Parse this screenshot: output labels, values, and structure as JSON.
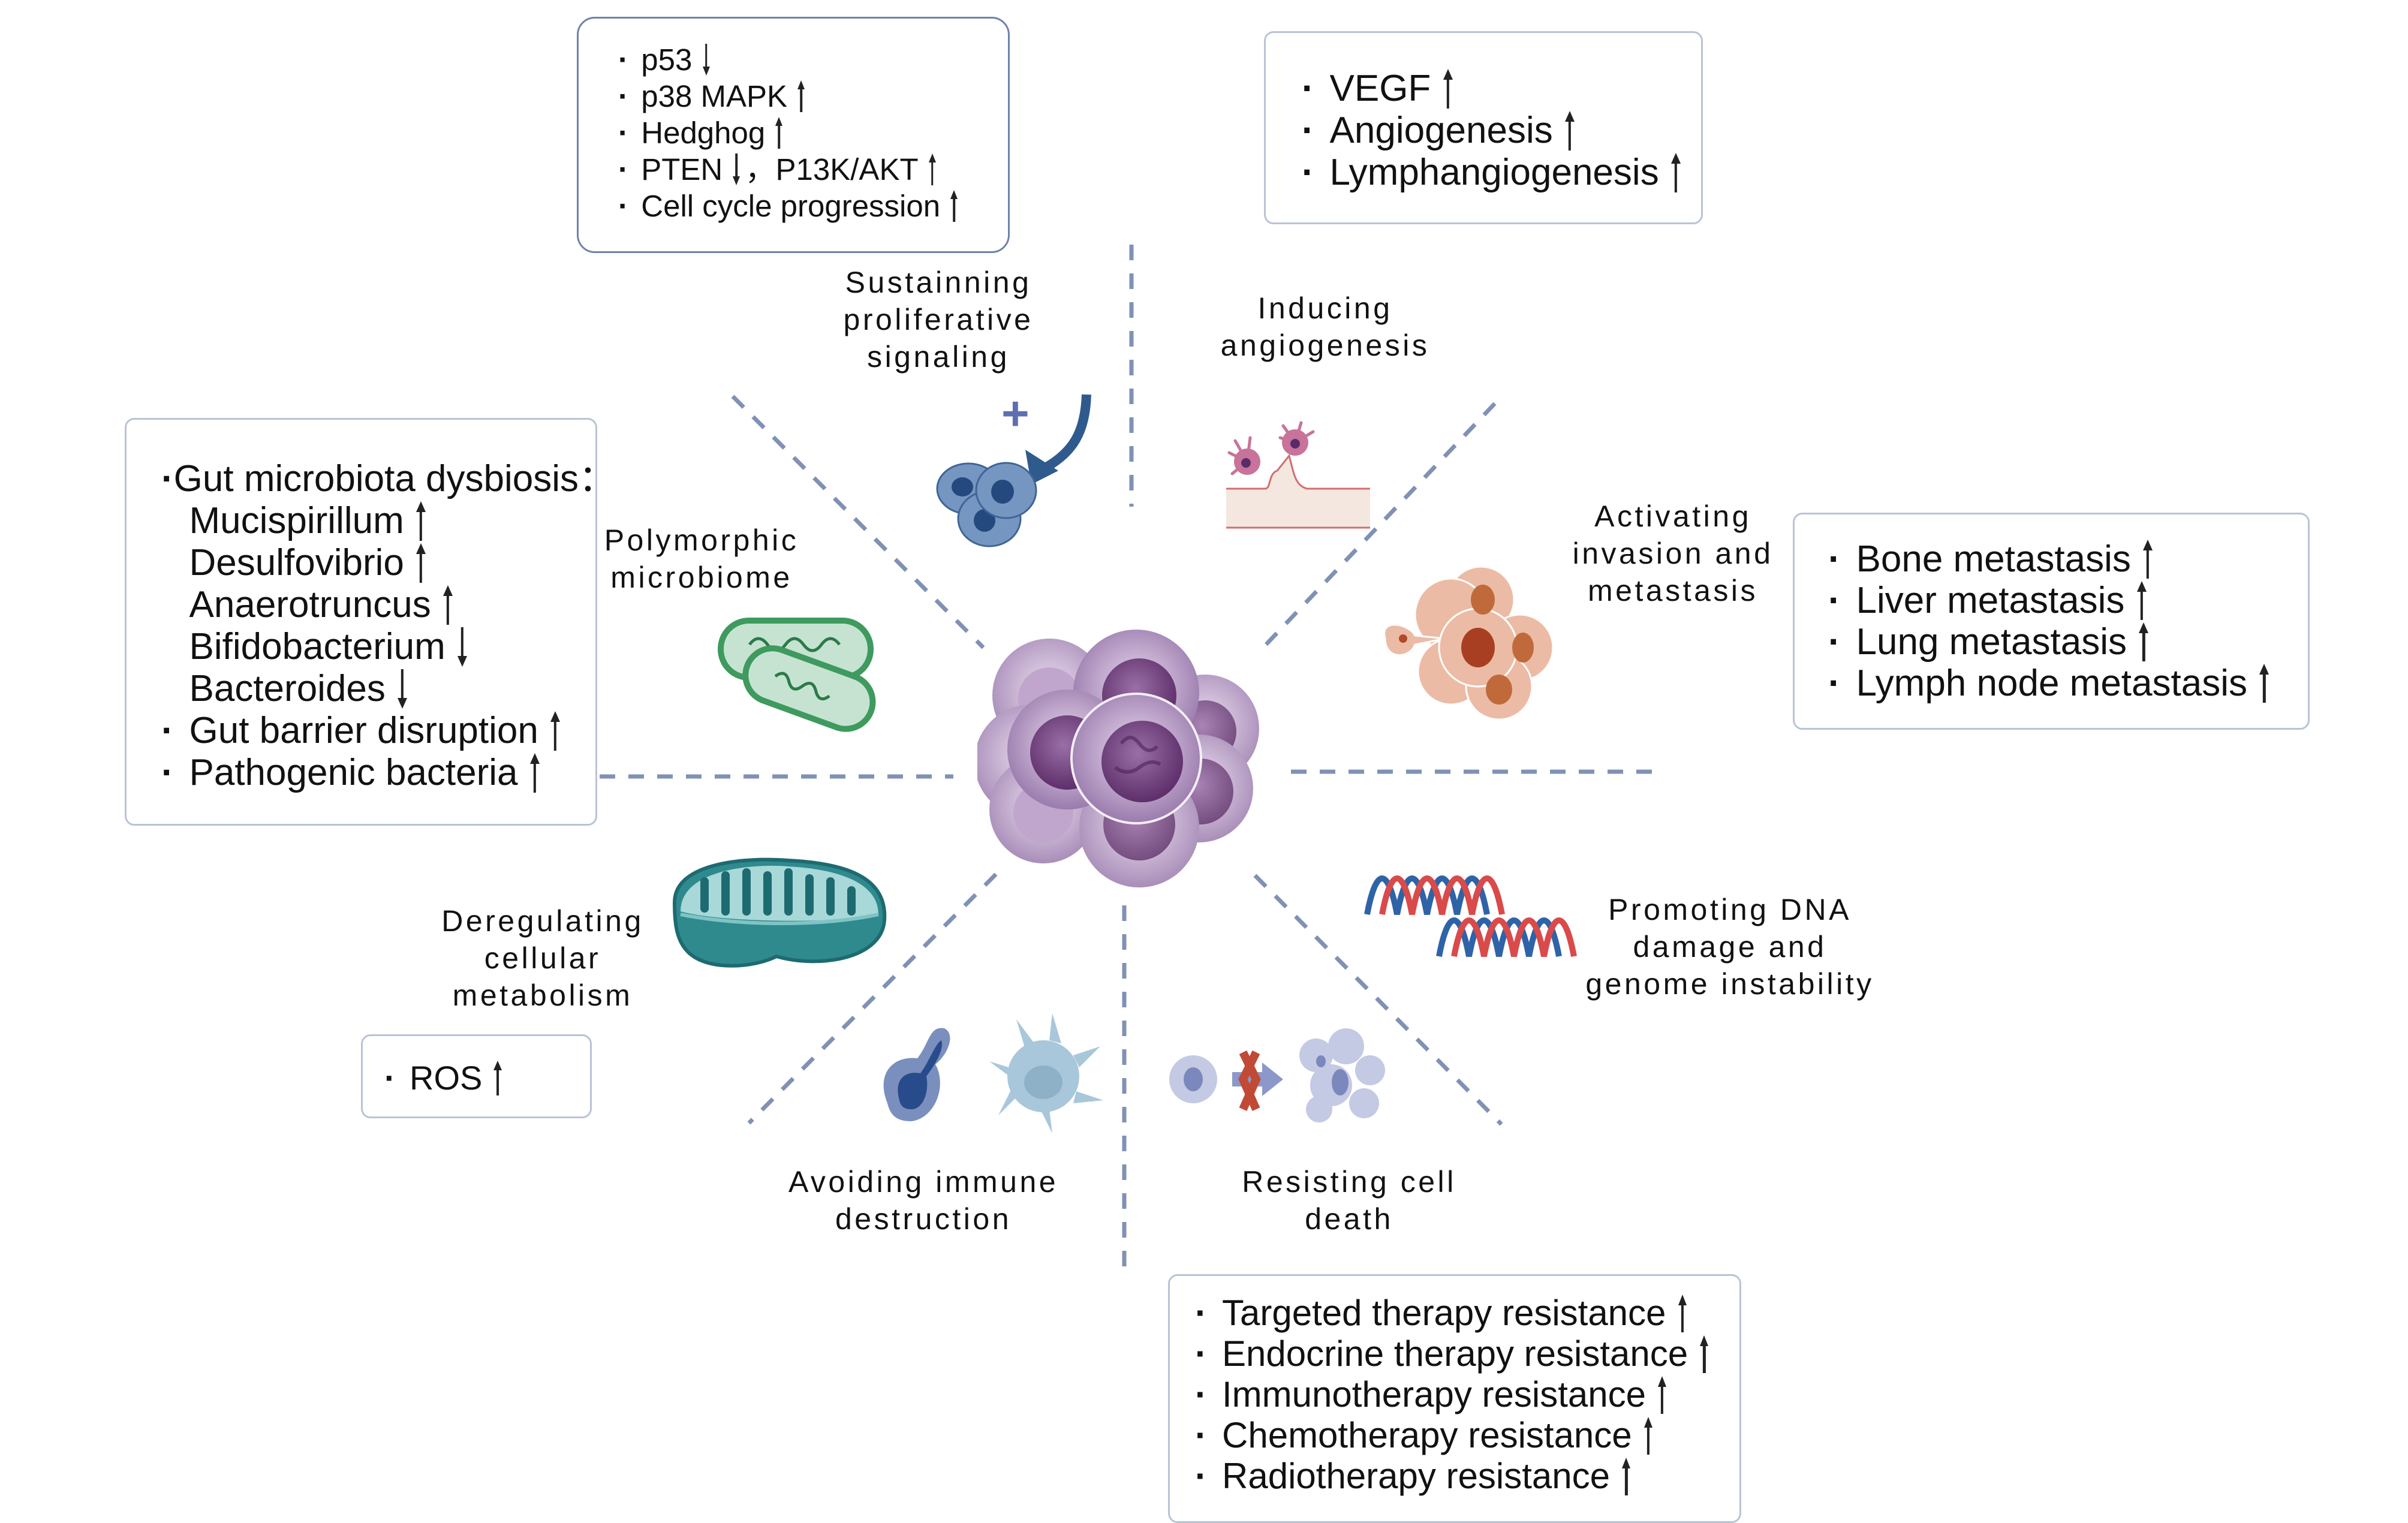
{
  "title": "Hallmarks of cancer associated with gut microbiota",
  "colors": {
    "dash_line": "#8091b5",
    "box_border": "#b9c3d6",
    "box_border_dark": "#6f82ab",
    "arrow": "#222222",
    "tumor": "#8e6a9c",
    "proliferation_cells": "#6f8fb8",
    "bacteria": "#4aa36a",
    "mitochondria": "#2f8a8e",
    "invasion_cells": "#e8a98f",
    "dna_blue": "#2f63a8",
    "dna_red": "#d94a4a"
  },
  "hallmarks": {
    "proliferative": {
      "lines": [
        "Sustainning",
        "proliferative",
        "signaling"
      ],
      "icon": "proliferating-cells-icon"
    },
    "angiogenesis": {
      "lines": [
        "Inducing",
        "angiogenesis"
      ],
      "icon": "blood-vessel-sprouting-icon"
    },
    "invasion": {
      "lines": [
        "Activating",
        "invasion and",
        "metastasis"
      ],
      "icon": "metastatic-cells-icon"
    },
    "dna": {
      "lines": [
        "Promoting DNA",
        "damage and",
        "genome instability"
      ],
      "icon": "dna-helix-icon"
    },
    "cell_death": {
      "lines": [
        "Resisting cell",
        "death"
      ],
      "icon": "blocked-apoptosis-icon"
    },
    "immune": {
      "lines": [
        "Avoiding immune",
        "destruction"
      ],
      "icon": "immune-cells-icon"
    },
    "metabolism": {
      "lines": [
        "Deregulating",
        "cellular",
        "metabolism"
      ],
      "icon": "mitochondrion-icon"
    },
    "microbiome": {
      "lines": [
        "Polymorphic",
        "microbiome"
      ],
      "icon": "bacteria-icon"
    }
  },
  "boxes": {
    "proliferative": {
      "items": [
        {
          "text": "p53",
          "dir": "down",
          "bullet": true
        },
        {
          "text": "p38 MAPK",
          "dir": "up",
          "bullet": true
        },
        {
          "text": "Hedghog",
          "dir": "up",
          "bullet": true
        },
        {
          "text": "PTEN",
          "dir": "down",
          "bullet": true,
          "text2": "，P13K/AKT",
          "dir2": "up"
        },
        {
          "text": "Cell cycle progression",
          "dir": "up",
          "bullet": true
        }
      ]
    },
    "angiogenesis": {
      "items": [
        {
          "text": "VEGF",
          "dir": "up",
          "bullet": true
        },
        {
          "text": "Angiogenesis",
          "dir": "up",
          "bullet": true
        },
        {
          "text": "Lymphangiogenesis",
          "dir": "up",
          "bullet": true
        }
      ]
    },
    "microbiome": {
      "items": [
        {
          "text": "Gut microbiota dysbiosis：",
          "dir": "",
          "bullet": true
        },
        {
          "text": "Mucispirillum",
          "dir": "up",
          "bullet": false
        },
        {
          "text": "Desulfovibrio",
          "dir": "up",
          "bullet": false
        },
        {
          "text": "Anaerotruncus",
          "dir": "up",
          "bullet": false
        },
        {
          "text": "Bifidobacterium",
          "dir": "down",
          "bullet": false
        },
        {
          "text": "Bacteroides",
          "dir": "down",
          "bullet": false
        },
        {
          "text": "Gut barrier disruption",
          "dir": "up",
          "bullet": true
        },
        {
          "text": "Pathogenic bacteria",
          "dir": "up",
          "bullet": true
        }
      ]
    },
    "invasion": {
      "items": [
        {
          "text": "Bone metastasis",
          "dir": "up",
          "bullet": true
        },
        {
          "text": "Liver metastasis",
          "dir": "up",
          "bullet": true
        },
        {
          "text": "Lung metastasis",
          "dir": "up",
          "bullet": true
        },
        {
          "text": "Lymph node metastasis",
          "dir": "up",
          "bullet": true
        }
      ]
    },
    "metabolism": {
      "items": [
        {
          "text": "ROS",
          "dir": "up",
          "bullet": true
        }
      ]
    },
    "cell_death": {
      "items": [
        {
          "text": "Targeted therapy resistance",
          "dir": "up",
          "bullet": true
        },
        {
          "text": "Endocrine therapy resistance",
          "dir": "up",
          "bullet": true
        },
        {
          "text": "Immunotherapy resistance",
          "dir": "up",
          "bullet": true
        },
        {
          "text": "Chemotherapy resistance",
          "dir": "up",
          "bullet": true
        },
        {
          "text": "Radiotherapy resistance",
          "dir": "up",
          "bullet": true
        }
      ]
    }
  },
  "symbols": {
    "bullet": "·",
    "plus": "+"
  }
}
